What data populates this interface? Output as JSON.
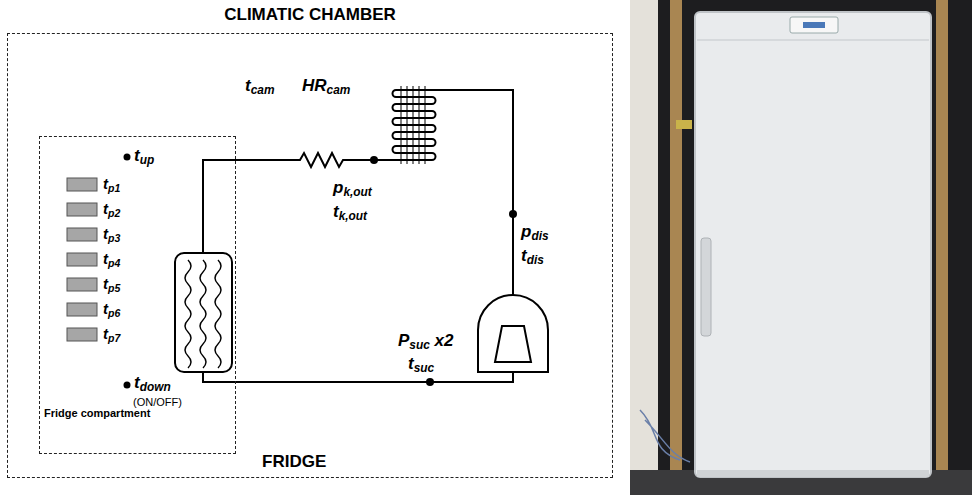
{
  "diagram": {
    "nodes": [
      {
        "text": [
          "CLIMATIC CHAMBER"
        ]
      },
      {
        "text": [
          "Fridge compartment"
        ],
        "in": 0
      }
    ],
    "labels": [
      "tcam",
      "HRcam",
      "tup",
      "tp1",
      "tp2",
      "tp3",
      "tp4",
      "tp5",
      "tp6",
      "tp7",
      "tdown",
      "(ON/OFF)",
      "pk,out",
      "tk,out",
      "pdis",
      "tdis",
      "Psuc x2",
      "tsuc",
      "FRIDGE"
    ]
  }
}
